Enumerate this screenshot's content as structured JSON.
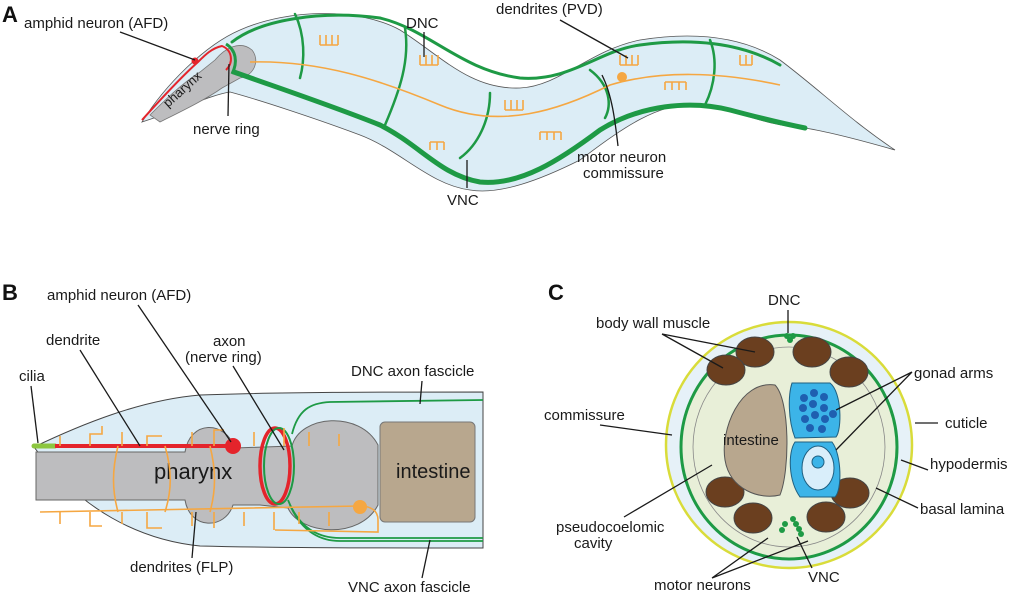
{
  "figure": {
    "panels": {
      "A": {
        "letter": "A",
        "labels": {
          "amphid": "amphid neuron (AFD)",
          "pharynx": "pharynx",
          "nerve_ring": "nerve ring",
          "dnc": "DNC",
          "pvd": "dendrites (PVD)",
          "vnc": "VNC",
          "motor1": "motor neuron",
          "motor2": "commissure"
        }
      },
      "B": {
        "letter": "B",
        "labels": {
          "amphid": "amphid neuron (AFD)",
          "dendrite": "dendrite",
          "axon1": "axon",
          "axon2": "(nerve ring)",
          "cilia": "cilia",
          "dnc_fascicle": "DNC axon fascicle",
          "pharynx": "pharynx",
          "intestine": "intestine",
          "flp": "dendrites (FLP)",
          "vnc_fascicle": "VNC axon fascicle"
        }
      },
      "C": {
        "letter": "C",
        "labels": {
          "dnc": "DNC",
          "muscle": "body wall muscle",
          "gonad": "gonad arms",
          "commissure": "commissure",
          "cuticle": "cuticle",
          "intestine": "intestine",
          "hypodermis": "hypodermis",
          "basal": "basal lamina",
          "pseudo1": "pseudocoelomic",
          "pseudo2": "cavity",
          "motor": "motor neurons",
          "vnc": "VNC"
        }
      }
    },
    "colors": {
      "body_fill": "#dcedf6",
      "nerve_cord": "#1e9a45",
      "pvd_dendrite": "#f5a742",
      "afd_neuron": "#e4242b",
      "pharynx": "#bdbdbf",
      "intestine": "#b8a78e",
      "muscle": "#6b3f1f",
      "gonad": "#3cb4e8",
      "cuticle": "#d9dc3a",
      "pseudocoelom": "#e8efd8",
      "cilia": "#8cc63f"
    }
  }
}
